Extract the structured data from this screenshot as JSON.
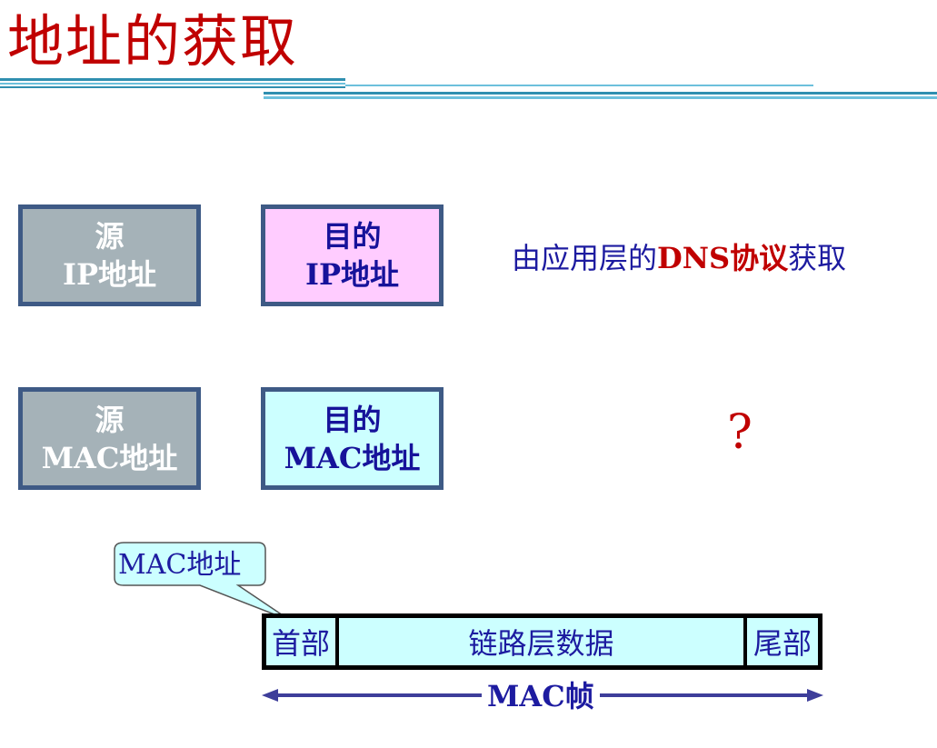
{
  "title": "地址的获取",
  "boxes": {
    "src_ip": {
      "line1": "源",
      "line2": "IP地址"
    },
    "dst_ip": {
      "line1": "目的",
      "line2": "IP地址"
    },
    "src_mac": {
      "line1": "源",
      "line2": "MAC地址"
    },
    "dst_mac": {
      "line1": "目的",
      "line2": "MAC地址"
    }
  },
  "dns_note": {
    "prefix": "由应用层的",
    "highlight": "DNS协议",
    "suffix": "获取"
  },
  "mac_question": "?",
  "callout": "MAC地址",
  "frame": {
    "head": "首部",
    "data": "链路层数据",
    "tail": "尾部",
    "label": "MAC帧"
  },
  "colors": {
    "title": "#c00000",
    "accent_blue": "#1d1ba0",
    "box_border": "#3e5a85",
    "gray_box": "#a5b2b8",
    "pink_box": "#ffccff",
    "cyan_box": "#ccffff"
  }
}
